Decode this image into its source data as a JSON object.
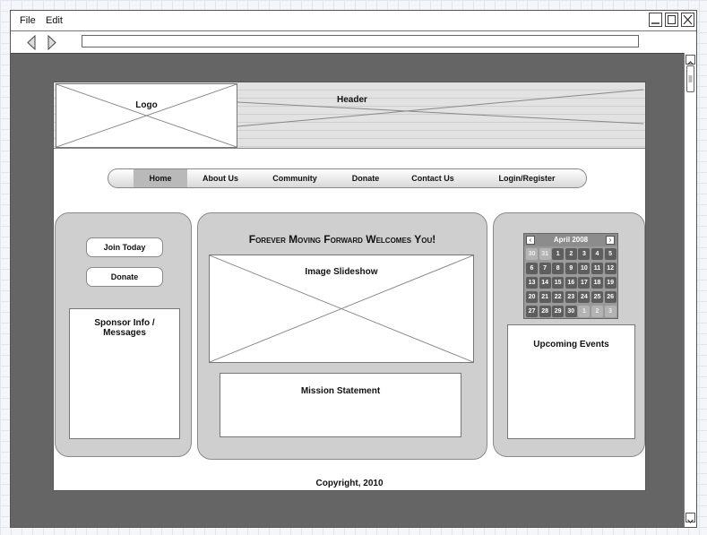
{
  "menubar": {
    "file_label": "File",
    "edit_label": "Edit"
  },
  "header": {
    "logo_label": "Logo",
    "header_label": "Header"
  },
  "nav": {
    "items": [
      {
        "label": "Home"
      },
      {
        "label": "About Us"
      },
      {
        "label": "Community"
      },
      {
        "label": "Donate"
      },
      {
        "label": "Contact Us"
      },
      {
        "label": "Login/Register"
      }
    ],
    "active_index": 0
  },
  "left_panel": {
    "join_label": "Join Today",
    "donate_label": "Donate",
    "sponsor_label": "Sponsor Info / Messages"
  },
  "center_panel": {
    "welcome": "Forever Moving Forward Welcomes You!",
    "slideshow_label": "Image Slideshow",
    "mission_label": "Mission Statement"
  },
  "calendar": {
    "month_label": "April 2008",
    "days": [
      {
        "d": "30",
        "cur": false
      },
      {
        "d": "31",
        "cur": false
      },
      {
        "d": "1",
        "cur": true
      },
      {
        "d": "2",
        "cur": true
      },
      {
        "d": "3",
        "cur": true
      },
      {
        "d": "4",
        "cur": true
      },
      {
        "d": "5",
        "cur": true
      },
      {
        "d": "6",
        "cur": true
      },
      {
        "d": "7",
        "cur": true
      },
      {
        "d": "8",
        "cur": true
      },
      {
        "d": "9",
        "cur": true
      },
      {
        "d": "10",
        "cur": true
      },
      {
        "d": "11",
        "cur": true
      },
      {
        "d": "12",
        "cur": true
      },
      {
        "d": "13",
        "cur": true
      },
      {
        "d": "14",
        "cur": true
      },
      {
        "d": "15",
        "cur": true
      },
      {
        "d": "16",
        "cur": true
      },
      {
        "d": "17",
        "cur": true
      },
      {
        "d": "18",
        "cur": true
      },
      {
        "d": "19",
        "cur": true
      },
      {
        "d": "20",
        "cur": true
      },
      {
        "d": "21",
        "cur": true
      },
      {
        "d": "22",
        "cur": true
      },
      {
        "d": "23",
        "cur": true
      },
      {
        "d": "24",
        "cur": true
      },
      {
        "d": "25",
        "cur": true
      },
      {
        "d": "26",
        "cur": true
      },
      {
        "d": "27",
        "cur": true
      },
      {
        "d": "28",
        "cur": true
      },
      {
        "d": "29",
        "cur": true
      },
      {
        "d": "30",
        "cur": true
      },
      {
        "d": "1",
        "cur": false
      },
      {
        "d": "2",
        "cur": false
      },
      {
        "d": "3",
        "cur": false
      }
    ]
  },
  "right_panel": {
    "events_label": "Upcoming Events"
  },
  "footer": {
    "copyright": "Copyright, 2010"
  }
}
